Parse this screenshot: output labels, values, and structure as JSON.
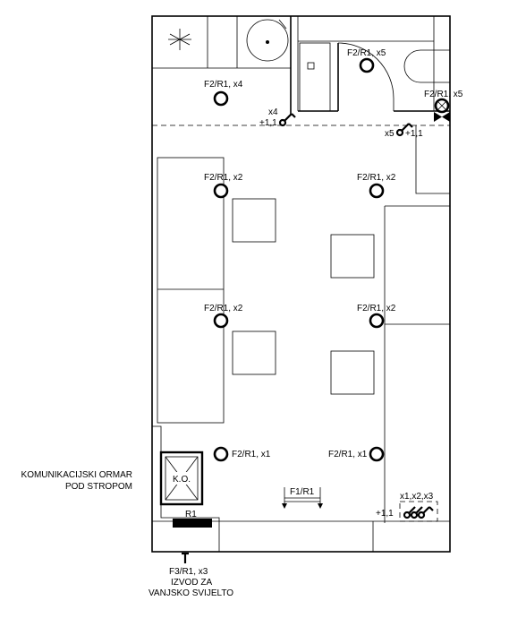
{
  "labels": {
    "f2_x4": "F2/R1, x4",
    "f2_x5_bath": "F2/R1, x5",
    "f2_x5_wall": "F2/R1, x5",
    "x4": "x4",
    "h11_left": "+1,1",
    "x5": "x5",
    "h11_right": "+1,1",
    "f2_x2_tl": "F2/R1, x2",
    "f2_x2_tr": "F2/R1, x2",
    "f2_x2_ml": "F2/R1, x2",
    "f2_x2_mr": "F2/R1, x2",
    "f2_x1_l": "F2/R1, x1",
    "f2_x1_r": "F2/R1, x1",
    "f1": "F1/R1",
    "x123": "x1,x2,x3",
    "h11_bottom": "+1,1",
    "ko": "K.O.",
    "r1": "R1",
    "comm_line1": "KOMUNIKACIJSKI ORMAR",
    "comm_line2": "POD STROPOM",
    "f3": "F3/R1, x3",
    "izvod1": "IZVOD ZA",
    "izvod2": "VANJSKO SVIJELTO"
  }
}
